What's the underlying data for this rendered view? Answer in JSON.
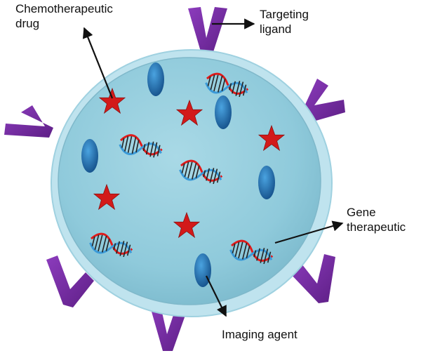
{
  "diagram": {
    "labels": {
      "chemo_line1": "Chemotherapeutic",
      "chemo_line2": "drug",
      "ligand_line1": "Targeting",
      "ligand_line2": "ligand",
      "gene_line1": "Gene",
      "gene_line2": "therapeutic",
      "imaging": "Imaging agent"
    },
    "components": {
      "nanoparticle": "nanoparticle-sphere",
      "ligand": "targeting-ligand-v-shape",
      "drug": "red-star",
      "gene": "double-helix-dna",
      "imaging": "blue-ellipse"
    },
    "colors": {
      "sphere_fill": "#8fcadb",
      "sphere_rim": "#bfe3ee",
      "ligand": "#7a2fa6",
      "drug": "#d21a1a",
      "imaging_agent": "#1f6fb3",
      "dna_red": "#e01b1b",
      "dna_blue": "#3b9ad8",
      "dna_rungs": "#222222",
      "arrow": "#111111"
    }
  }
}
